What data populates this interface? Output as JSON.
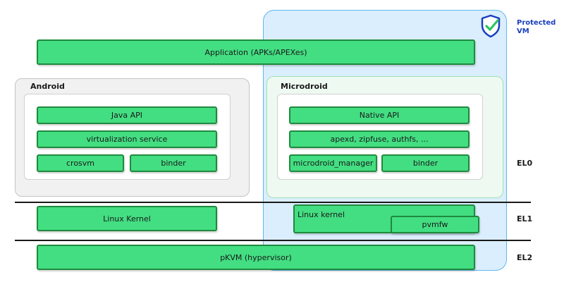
{
  "protected_vm": {
    "label_line1": "Protected",
    "label_line2": "VM",
    "icon": "shield-check-icon"
  },
  "application": {
    "label": "Application (APKs/APEXes)"
  },
  "android": {
    "title": "Android",
    "java_api": "Java API",
    "virtualization_service": "virtualization service",
    "crosvm": "crosvm",
    "binder": "binder"
  },
  "microdroid": {
    "title": "Microdroid",
    "native_api": "Native API",
    "apexd": "apexd, zipfuse, authfs, ...",
    "manager": "microdroid_manager",
    "binder": "binder"
  },
  "kernel": {
    "linux_kernel": "Linux Kernel",
    "pvm_linux_kernel": "Linux kernel",
    "pvmfw": "pvmfw"
  },
  "hypervisor": {
    "label": "pKVM (hypervisor)"
  },
  "levels": {
    "el0": "EL0",
    "el1": "EL1",
    "el2": "EL2"
  },
  "colors": {
    "component_fill": "#43de82",
    "component_border": "#1f8a3d",
    "protected_vm_fill": "#dbeefd",
    "protected_vm_border": "#5db8f0",
    "protected_vm_label": "#1a3fbf"
  }
}
